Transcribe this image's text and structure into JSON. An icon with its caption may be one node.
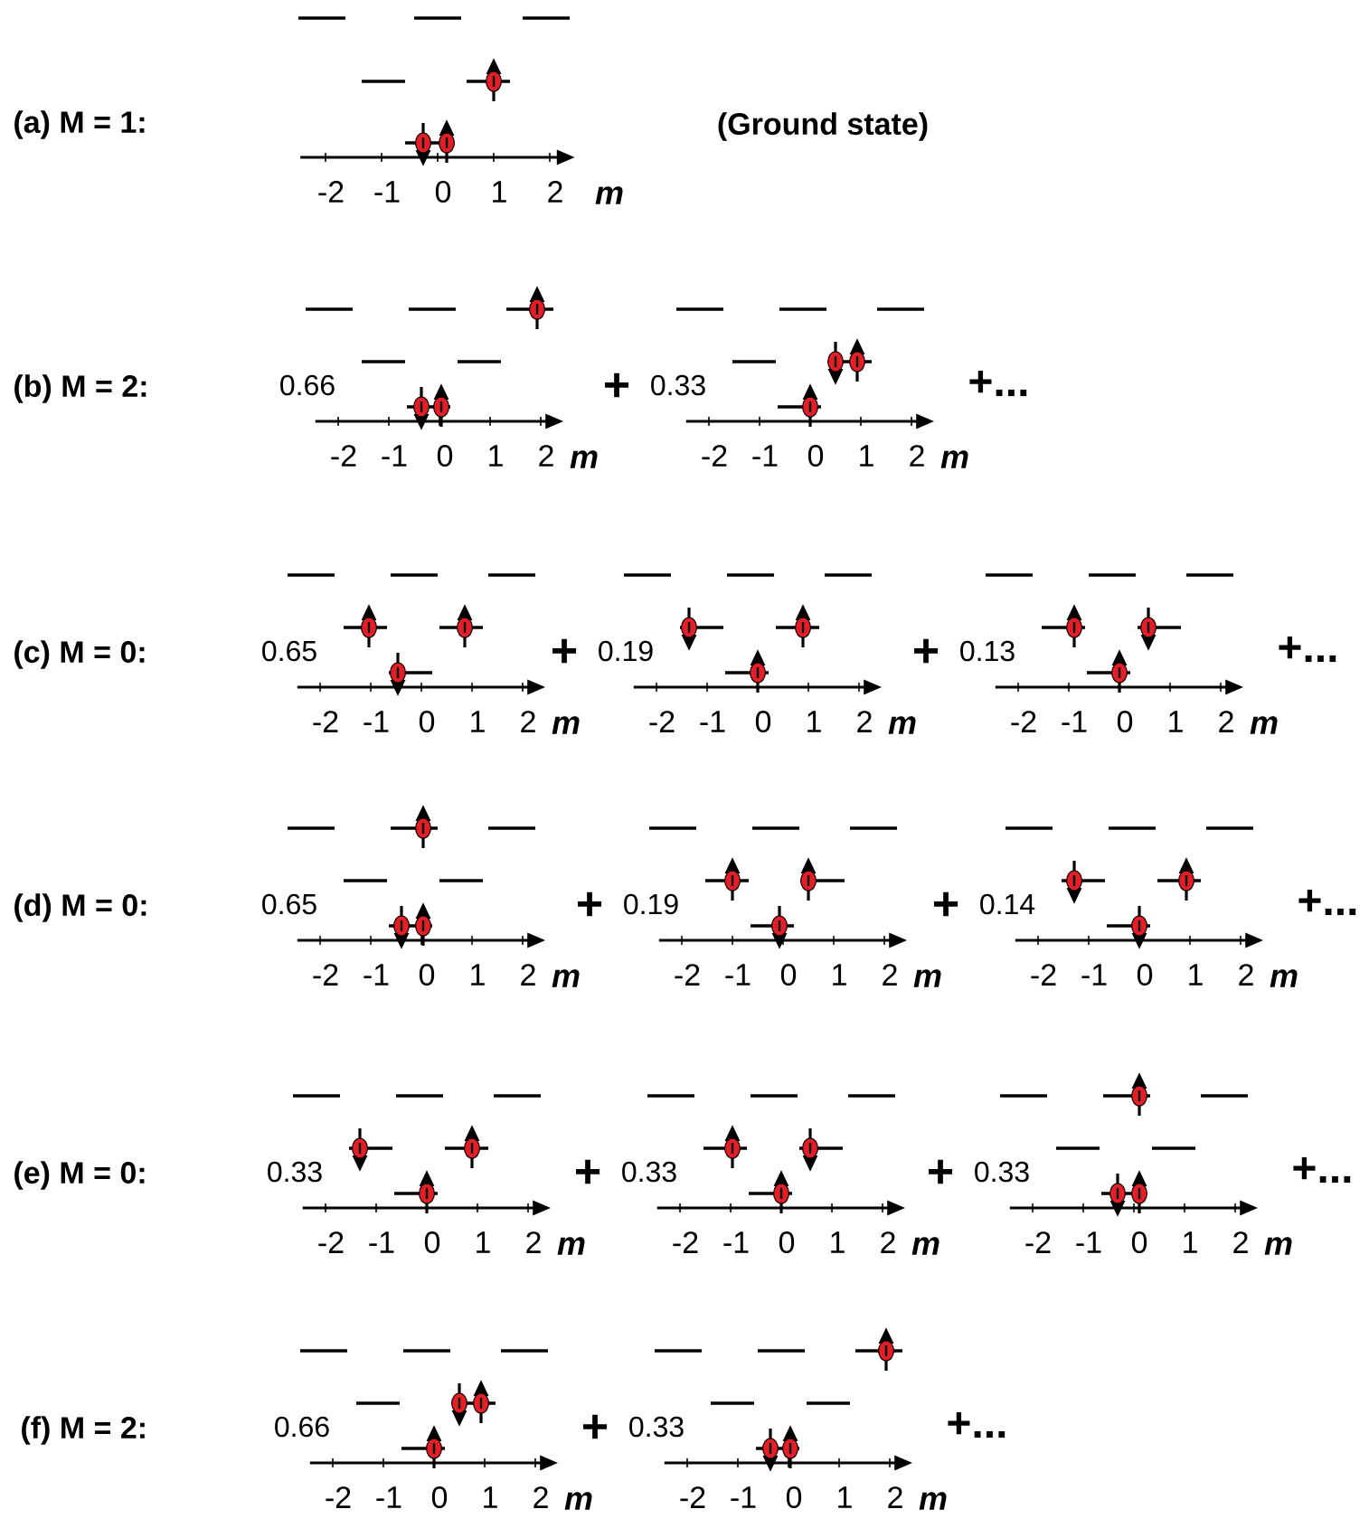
{
  "diagram": {
    "labels": [
      "(a) M = 1:",
      "(Ground state)",
      "-2",
      "-1",
      "0",
      "1",
      "2",
      "m",
      "(b) M = 2:",
      "0.66",
      "+",
      "0.33",
      "+...",
      "-2",
      "-1",
      "0",
      "1",
      "2",
      "m",
      "-2",
      "-1",
      "0",
      "1",
      "2",
      "m",
      "(c) M = 0:",
      "0.65",
      "+",
      "0.19",
      "+",
      "0.13",
      "+...",
      "-2",
      "-1",
      "0",
      "1",
      "2",
      "m",
      "-2",
      "-1",
      "0",
      "1",
      "2",
      "m",
      "-2",
      "-1",
      "0",
      "1",
      "2",
      "m",
      "(d) M = 0:",
      "0.65",
      "+",
      "0.19",
      "+",
      "0.14",
      "+...",
      "-2",
      "-1",
      "0",
      "1",
      "2",
      "m",
      "-2",
      "-1",
      "0",
      "1",
      "2",
      "m",
      "-2",
      "-1",
      "0",
      "1",
      "2",
      "m",
      "(e) M = 0:",
      "0.33",
      "+",
      "0.33",
      "+",
      "0.33",
      "+...",
      "-2",
      "-1",
      "0",
      "1",
      "2",
      "m",
      "-2",
      "-1",
      "0",
      "1",
      "2",
      "m",
      "-2",
      "-1",
      "0",
      "1",
      "2",
      "m",
      "(f) M = 2:",
      "0.66",
      "+",
      "0.33",
      "+...",
      "-2",
      "-1",
      "0",
      "1",
      "2",
      "m",
      "-2",
      "-1",
      "0",
      "1",
      "2",
      "m"
    ]
  }
}
